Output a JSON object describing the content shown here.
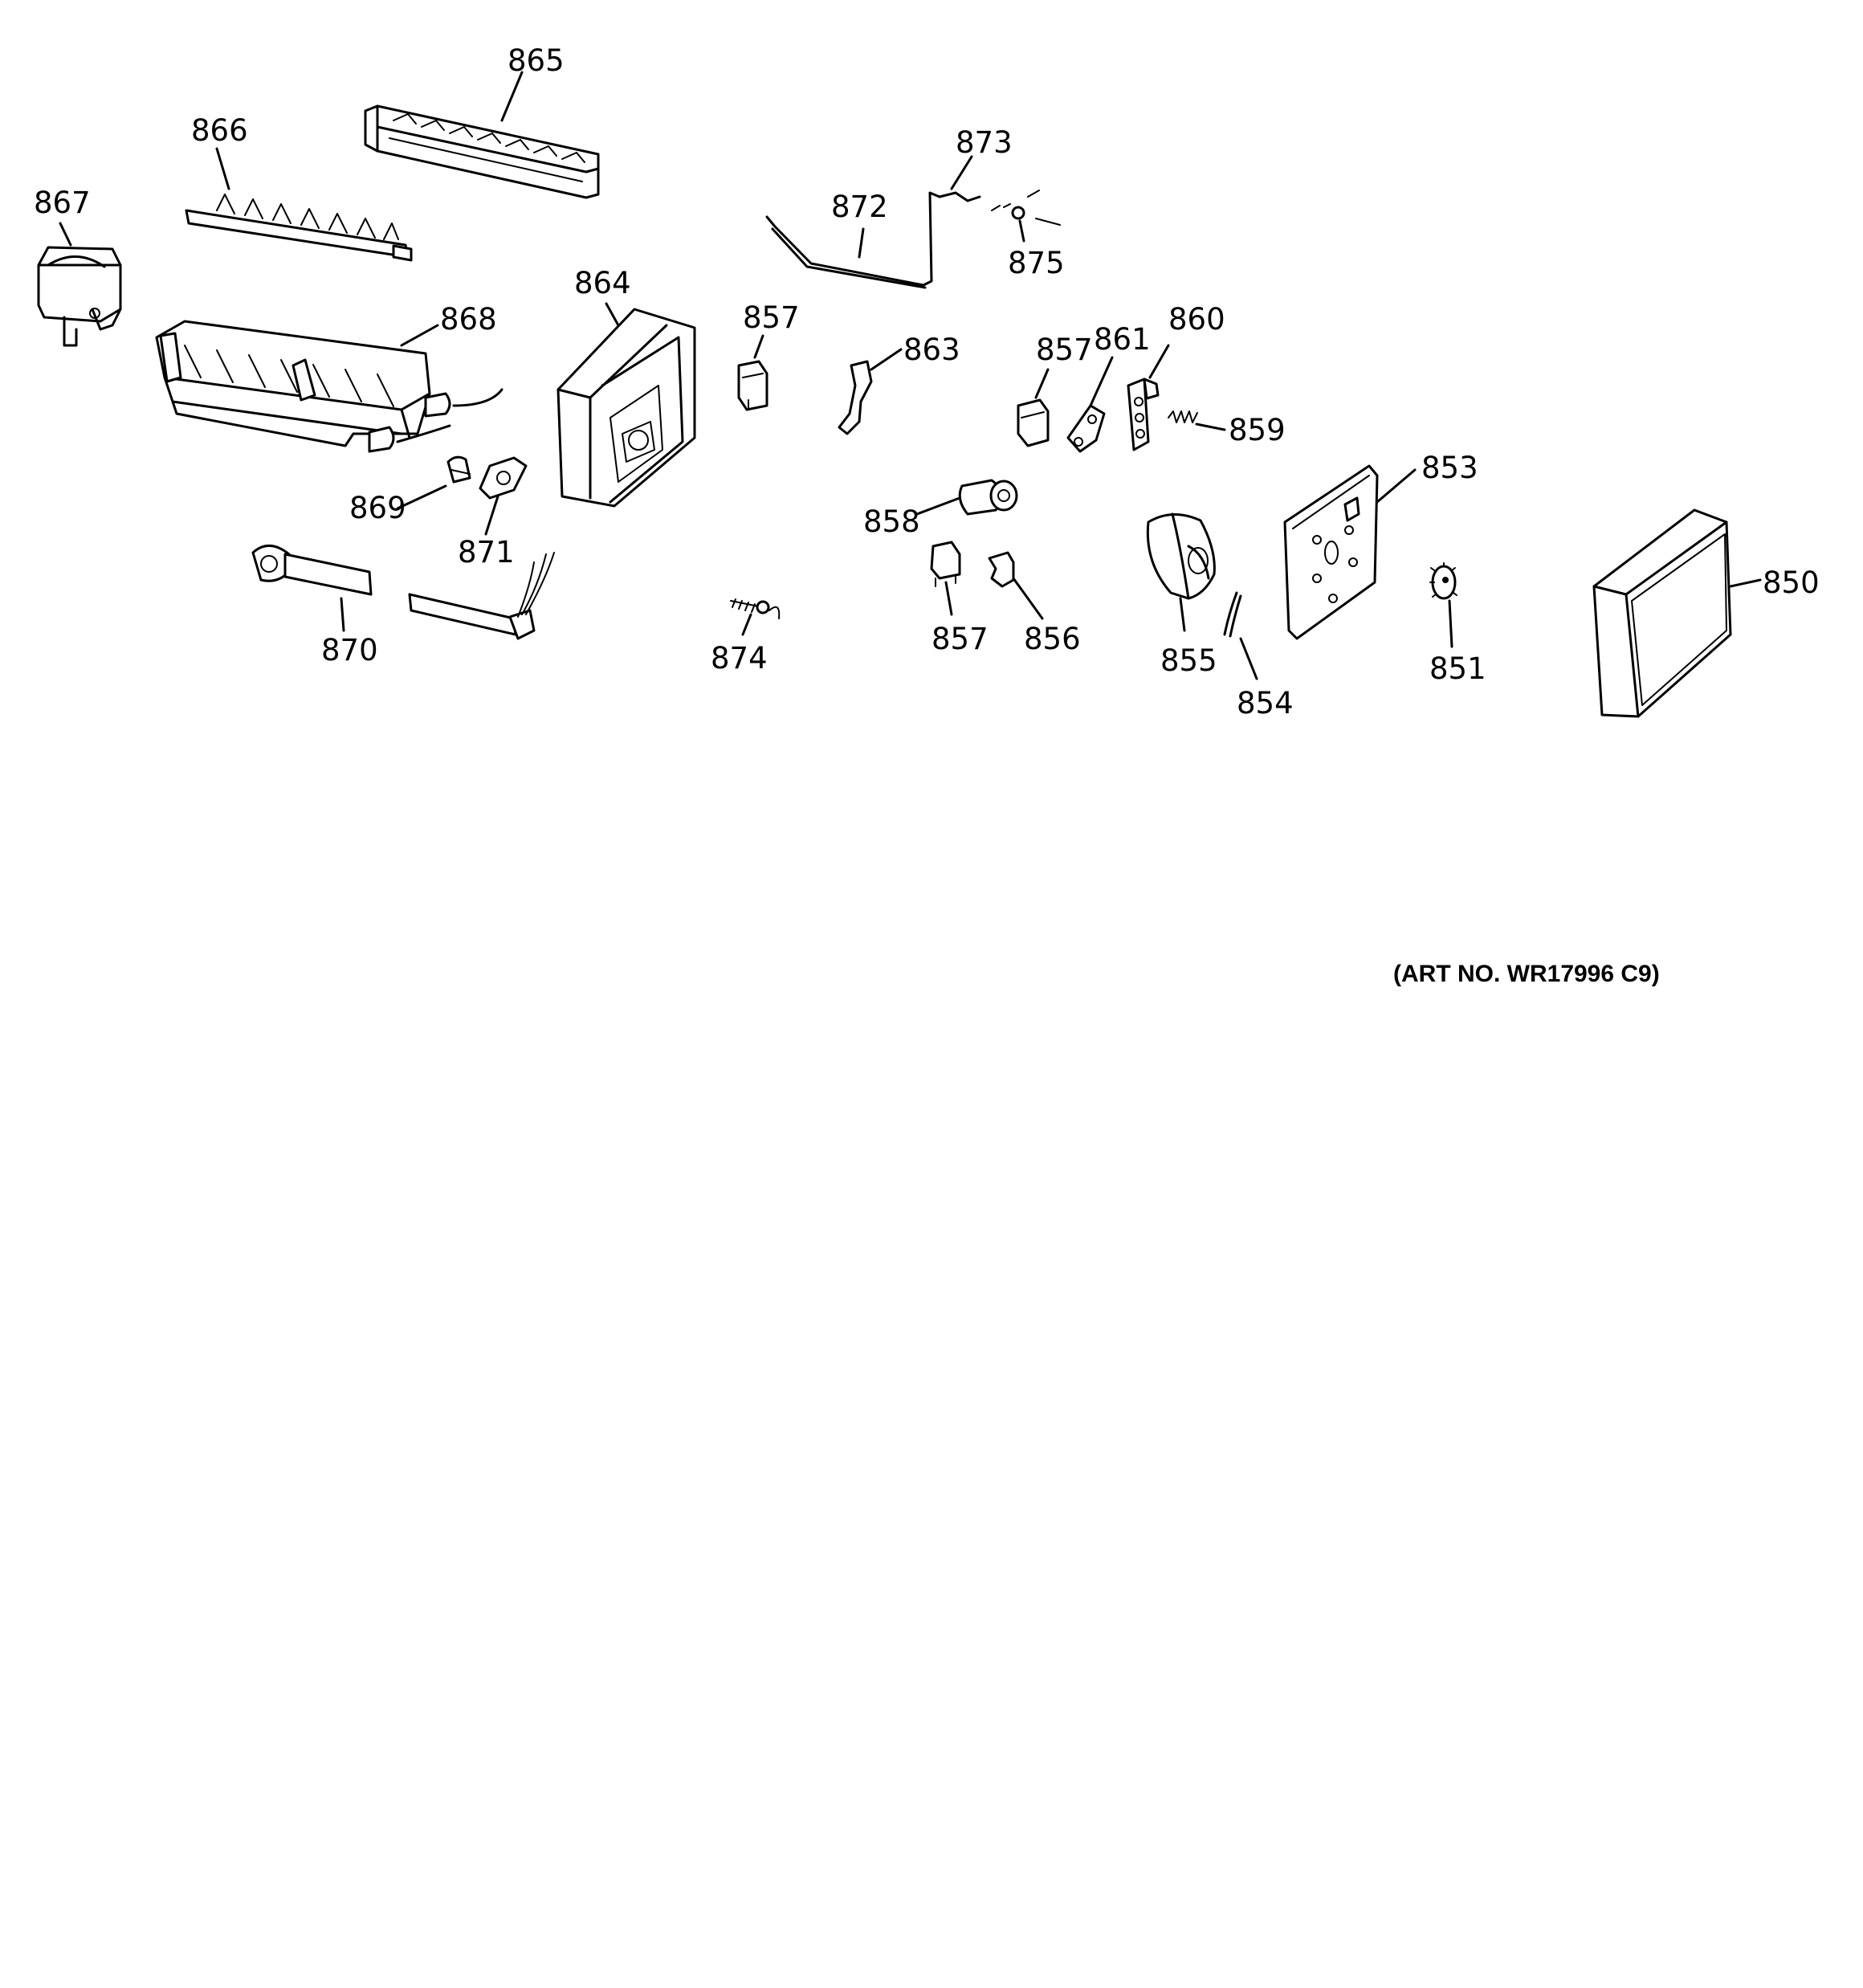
{
  "callouts": {
    "p850": "850",
    "p851": "851",
    "p853": "853",
    "p854": "854",
    "p855": "855",
    "p856": "856",
    "p857a": "857",
    "p857b": "857",
    "p857c": "857",
    "p858": "858",
    "p859": "859",
    "p860": "860",
    "p861": "861",
    "p863": "863",
    "p864": "864",
    "p865": "865",
    "p866": "866",
    "p867": "867",
    "p868": "868",
    "p869": "869",
    "p870": "870",
    "p871": "871",
    "p872": "872",
    "p873": "873",
    "p874": "874",
    "p875": "875"
  },
  "art_number": "(ART NO. WR17996 C9)"
}
